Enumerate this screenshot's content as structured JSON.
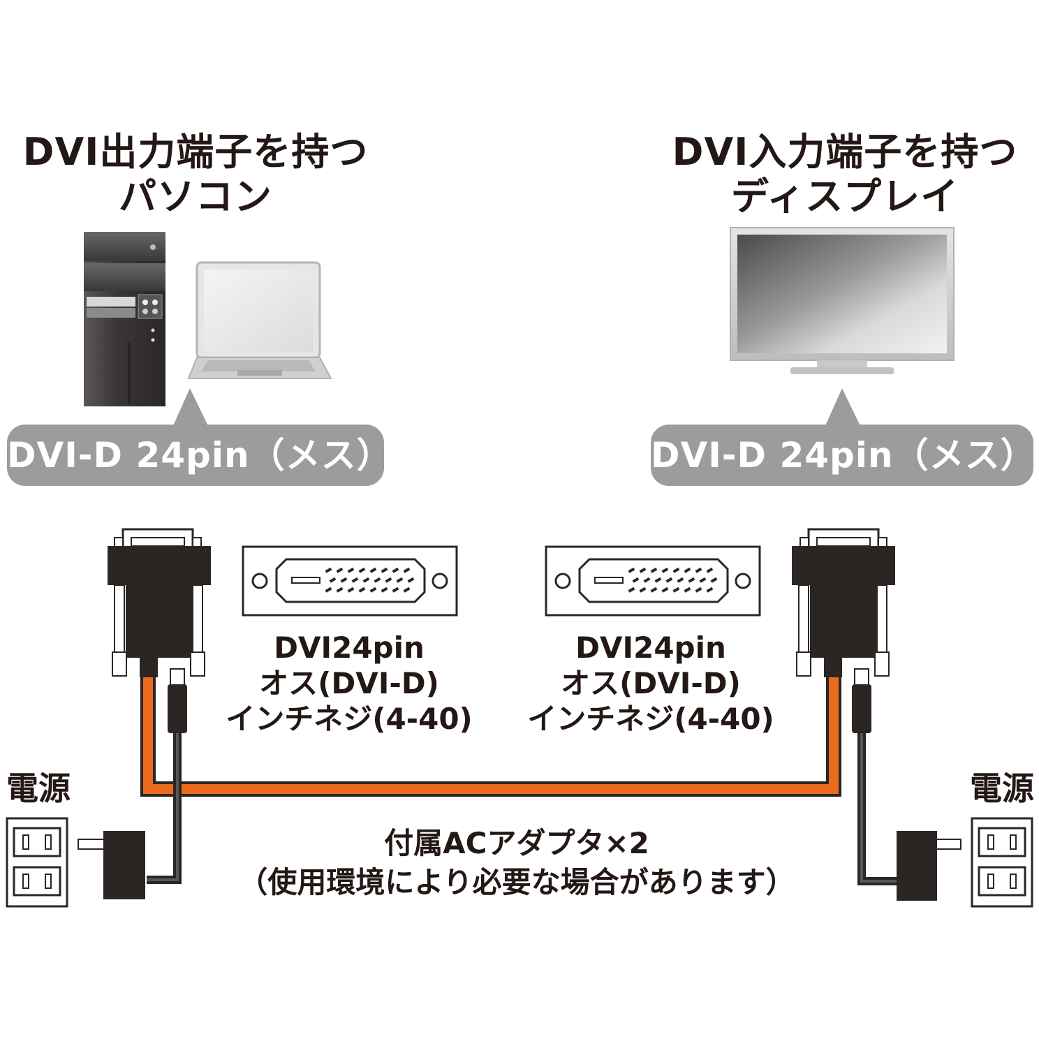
{
  "colors": {
    "text": "#231815",
    "badge_fill": "#9d9c9c",
    "cable_orange": "#ea6a1e",
    "connector_dark": "#2b2624",
    "pc_dark": "#3a3736"
  },
  "left": {
    "heading_line1": "DVI出力端子を持つ",
    "heading_line2": "パソコン",
    "badge": "DVI-D 24pin（メス）",
    "connector_label_line1": "DVI24pin",
    "connector_label_line2": "オス(DVI-D)",
    "connector_label_line3": "インチネジ(4-40)",
    "power_label": "電源"
  },
  "right": {
    "heading_line1": "DVI入力端子を持つ",
    "heading_line2": "ディスプレイ",
    "badge": "DVI-D 24pin（メス）",
    "connector_label_line1": "DVI24pin",
    "connector_label_line2": "オス(DVI-D)",
    "connector_label_line3": "インチネジ(4-40)",
    "power_label": "電源"
  },
  "adapter_note": {
    "line1": "付属ACアダプタ×2",
    "line2": "（使用環境により必要な場合があります）"
  },
  "icons": {
    "pc": "desktop-tower-icon",
    "laptop": "laptop-icon",
    "display": "monitor-icon",
    "outlet": "wall-outlet-icon",
    "adapter": "ac-adapter-icon",
    "connector": "dvi-connector-icon"
  }
}
